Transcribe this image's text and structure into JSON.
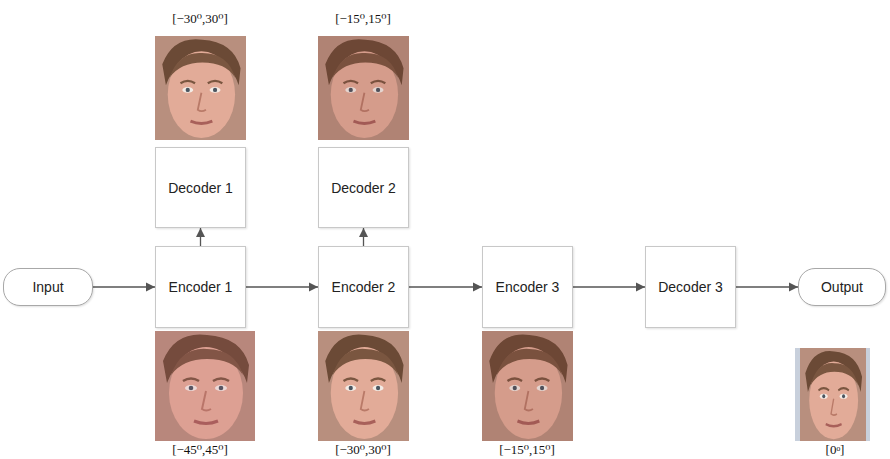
{
  "diagram": {
    "nodes": [
      {
        "text": [
          "Input"
        ]
      },
      {
        "text": [
          "Encoder 1"
        ]
      },
      {
        "text": [
          "Decoder 1"
        ]
      },
      {
        "text": [
          "Encoder 2"
        ]
      },
      {
        "text": [
          "Decoder 2"
        ]
      },
      {
        "text": [
          "Encoder 3"
        ]
      },
      {
        "text": [
          "Decoder 3"
        ]
      },
      {
        "text": [
          "Output"
        ]
      }
    ],
    "edges": [
      {
        "from": 0,
        "to": 1,
        "arrow": "to"
      },
      {
        "from": 1,
        "to": 2,
        "arrow": "to"
      },
      {
        "from": 1,
        "to": 3,
        "arrow": "to"
      },
      {
        "from": 3,
        "to": 4,
        "arrow": "to"
      },
      {
        "from": 3,
        "to": 5,
        "arrow": "to"
      },
      {
        "from": 5,
        "to": 6,
        "arrow": "to"
      },
      {
        "from": 6,
        "to": 7,
        "arrow": "to"
      }
    ],
    "labels": [
      "[−30⁰,30⁰]",
      "[−15⁰,15⁰]",
      "[−45⁰,45⁰]",
      "[−30⁰,30⁰]",
      "[−15⁰,15⁰]",
      "[0ᵒ]"
    ]
  }
}
